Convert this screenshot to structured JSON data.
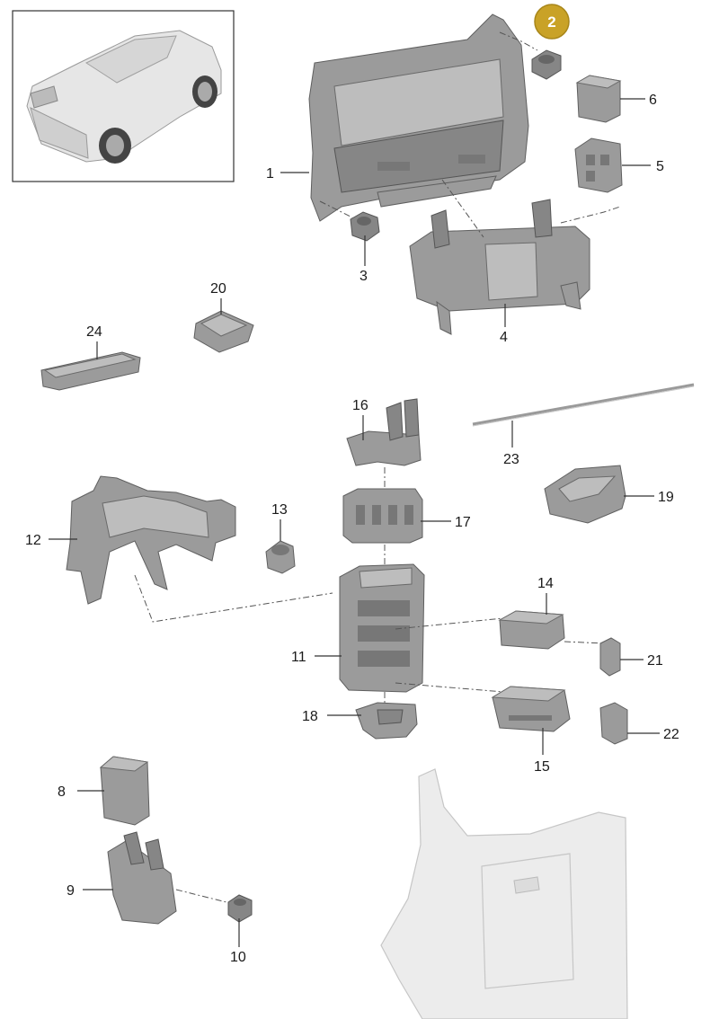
{
  "callouts": {
    "c1": "1",
    "c2": "2",
    "c3": "3",
    "c4": "4",
    "c5": "5",
    "c6": "6",
    "c8": "8",
    "c9": "9",
    "c10": "10",
    "c11": "11",
    "c12": "12",
    "c13": "13",
    "c14": "14",
    "c15": "15",
    "c16": "16",
    "c17": "17",
    "c18": "18",
    "c19": "19",
    "c20": "20",
    "c21": "21",
    "c22": "22",
    "c23": "23",
    "c24": "24"
  },
  "highlighted_callout": "2",
  "colors": {
    "highlight": "#c9a227",
    "part_fill": "#9b9b9b",
    "panel_fill": "#ececec"
  }
}
